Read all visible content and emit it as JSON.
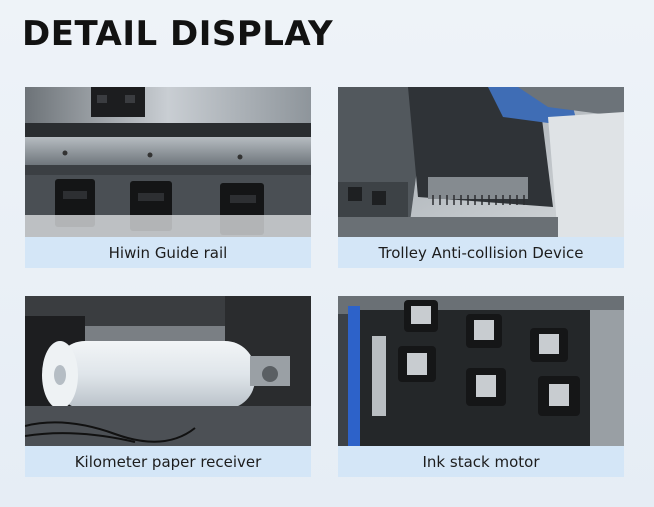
{
  "title": "DETAIL DISPLAY",
  "cards": [
    {
      "caption": "Hiwin Guide rail",
      "photo": "guide-rail-photo"
    },
    {
      "caption": "Trolley Anti-collision Device",
      "photo": "anti-collision-photo"
    },
    {
      "caption": "Kilometer paper receiver",
      "photo": "paper-receiver-photo"
    },
    {
      "caption": "Ink stack motor",
      "photo": "ink-stack-photo"
    }
  ],
  "colors": {
    "background": "#e9eff6",
    "caption_band": "#d4e6f7",
    "title": "#121212"
  }
}
